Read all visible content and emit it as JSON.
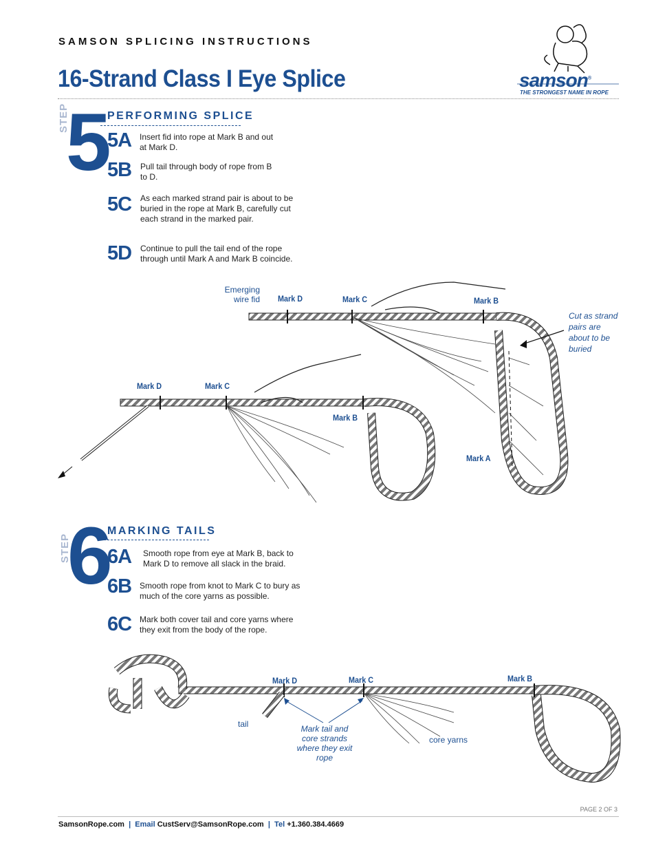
{
  "header": {
    "kicker": "SAMSON SPLICING INSTRUCTIONS",
    "title": "16-Strand Class I Eye Splice",
    "logo_brand": "samson",
    "logo_reg": "®",
    "logo_tagline": "THE STRONGEST NAME IN ROPE"
  },
  "step5": {
    "step_word": "STEP",
    "number": "5",
    "heading": "PERFORMING SPLICE",
    "substeps": [
      {
        "id": "5A",
        "text": "Insert fid into rope at Mark B and out at Mark D."
      },
      {
        "id": "5B",
        "text": "Pull tail through body of rope from B to D."
      },
      {
        "id": "5C",
        "text": "As each marked strand pair is about to be buried in the rope at Mark B, carefully cut each strand in the marked pair."
      },
      {
        "id": "5D",
        "text": "Continue to pull the tail end of the rope through until Mark A and Mark B coincide."
      }
    ],
    "figure": {
      "emerging_wire_fid": "Emerging wire fid",
      "mark_d_top": "Mark D",
      "mark_c_top": "Mark C",
      "mark_b_top": "Mark B",
      "cut_note": "Cut as strand pairs are about to be buried",
      "mark_a": "Mark A",
      "mark_d_bottom": "Mark D",
      "mark_c_bottom": "Mark C",
      "mark_b_bottom": "Mark B"
    }
  },
  "step6": {
    "step_word": "STEP",
    "number": "6",
    "heading": "MARKING TAILS",
    "substeps": [
      {
        "id": "6A",
        "text": "Smooth rope from eye at Mark B, back to Mark D to remove all slack in the braid."
      },
      {
        "id": "6B",
        "text": "Smooth rope from knot to Mark C to bury as much of the core yarns as possible."
      },
      {
        "id": "6C",
        "text": "Mark both cover tail and core yarns where they exit from the body of the rope."
      }
    ],
    "figure": {
      "mark_d": "Mark D",
      "mark_c": "Mark C",
      "mark_b": "Mark B",
      "tail": "tail",
      "mark_note": "Mark tail and core strands where they exit rope",
      "core_yarns": "core yarns"
    }
  },
  "footer": {
    "page": "PAGE 2 OF 3",
    "website": "SamsonRope.com",
    "sep1": "|",
    "email_label": "Email",
    "email": "CustServ@SamsonRope.com",
    "sep2": "|",
    "tel_label": "Tel",
    "tel": "+1.360.384.4669"
  },
  "colors": {
    "brand_blue": "#1d4f91",
    "step_grey_blue": "#a9b7d0"
  }
}
